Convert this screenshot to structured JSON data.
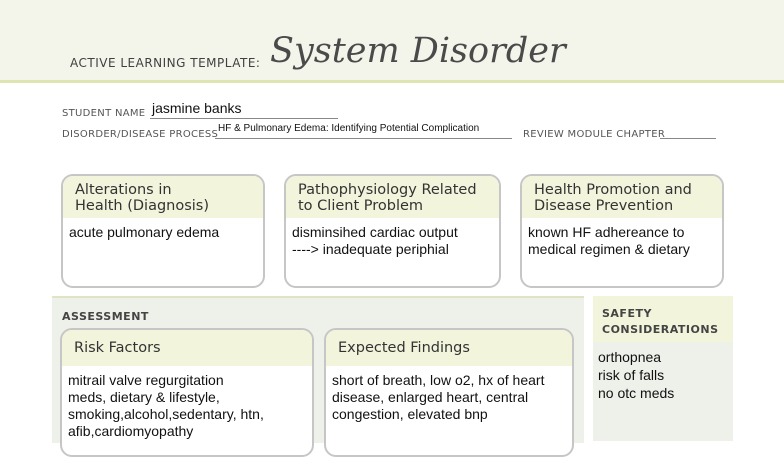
{
  "header": {
    "label": "ACTIVE LEARNING TEMPLATE:",
    "title": "System Disorder"
  },
  "student": {
    "label": "STUDENT NAME",
    "value": "jasmine banks"
  },
  "disorder": {
    "label": "DISORDER/DISEASE PROCESS",
    "value": "HF & Pulmonary Edema: Identifying Potential Complication"
  },
  "review": {
    "label": "REVIEW MODULE CHAPTER"
  },
  "cards": {
    "alterations": {
      "title_line1": "Alterations in",
      "title_line2": "Health (Diagnosis)",
      "lines": [
        "acute pulmonary edema"
      ]
    },
    "patho": {
      "title_line1": "Pathophysiology Related",
      "title_line2": "to Client Problem",
      "lines": [
        "disminsihed cardiac output",
        "----> inadequate periphial"
      ]
    },
    "promotion": {
      "title_line1": "Health Promotion and",
      "title_line2": "Disease Prevention",
      "lines": [
        "known HF adhereance to",
        "medical regimen & dietary"
      ]
    }
  },
  "assessment": {
    "label": "ASSESSMENT",
    "risk": {
      "title": "Risk Factors",
      "lines": [
        "mitrail valve regurgitation",
        "meds, dietary & lifestyle,",
        "smoking,alcohol,sedentary, htn,",
        "afib,cardiomyopathy"
      ]
    },
    "findings": {
      "title": "Expected Findings",
      "lines": [
        "short of breath, low o2, hx of heart",
        "disease, enlarged heart, central",
        "congestion, elevated bnp"
      ]
    }
  },
  "safety": {
    "label_line1": "SAFETY",
    "label_line2": "CONSIDERATIONS",
    "lines": [
      "orthopnea",
      "risk of falls",
      "no otc meds"
    ]
  }
}
